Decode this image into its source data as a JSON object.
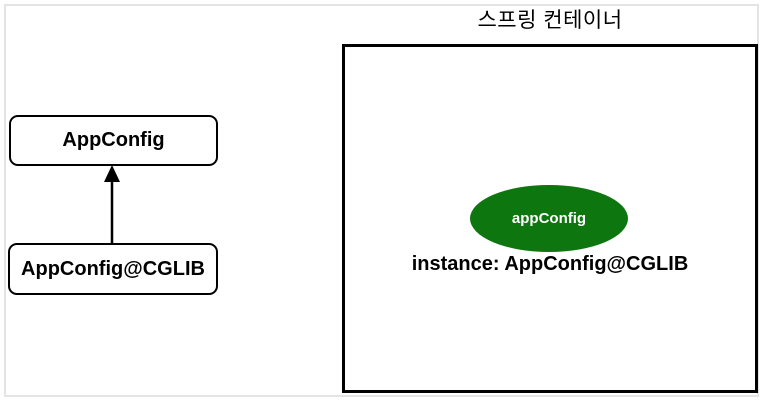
{
  "diagram": {
    "left": {
      "superclass_label": "AppConfig",
      "subclass_label": "AppConfig@CGLIB"
    },
    "spring_container": {
      "title": "스프링 컨테이너",
      "bean_name": "appConfig",
      "instance_label": "instance: AppConfig@CGLIB"
    },
    "colors": {
      "bean_fill": "#0e760e",
      "bean_text": "#ffffff",
      "box_border": "#000000",
      "frame_border": "#e4e4e4",
      "background": "#ffffff"
    }
  }
}
